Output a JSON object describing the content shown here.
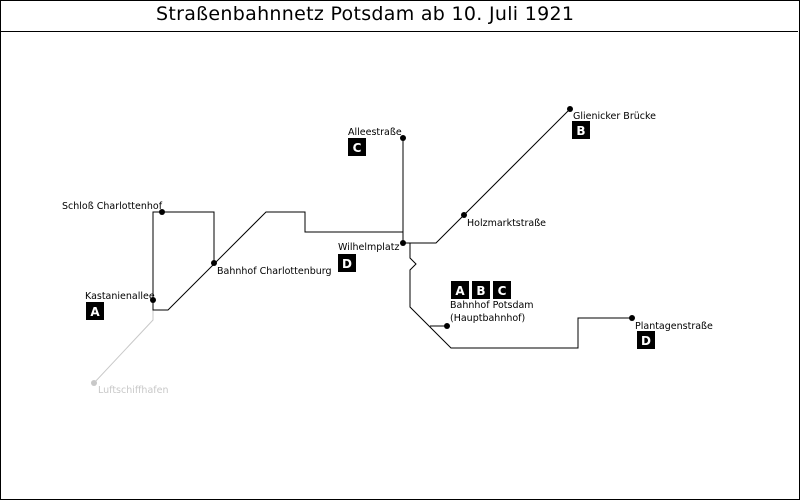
{
  "title": "Straßenbahnnetz Potsdam ab 10. Juli 1921",
  "colors": {
    "line": "#000000",
    "disused": "#c8c8c8",
    "badge_bg": "#000000",
    "badge_text": "#ffffff"
  },
  "stations": {
    "schloss_charlottenhof": "Schloß Charlottenhof",
    "kastanienallee": "Kastanienallee",
    "bahnhof_charlottenburg": "Bahnhof Charlottenburg",
    "luftschiffhafen": "Luftschiffhafen",
    "alleestrasse": "Alleestraße",
    "wilhelmplatz": "Wilhelmplatz",
    "holzmarktstrasse": "Holzmarktstraße",
    "glienicker_bruecke": "Glienicker Brücke",
    "bahnhof_potsdam_1": "Bahnhof Potsdam",
    "bahnhof_potsdam_2": "(Hauptbahnhof)",
    "plantagenstrasse": "Plantagenstraße"
  },
  "badges": {
    "kastanienallee": "A",
    "alleestrasse": "C",
    "wilhelmplatz": "D",
    "glienicker_bruecke": "B",
    "bahnhof_potsdam": [
      "A",
      "B",
      "C"
    ],
    "plantagenstrasse": "D"
  }
}
